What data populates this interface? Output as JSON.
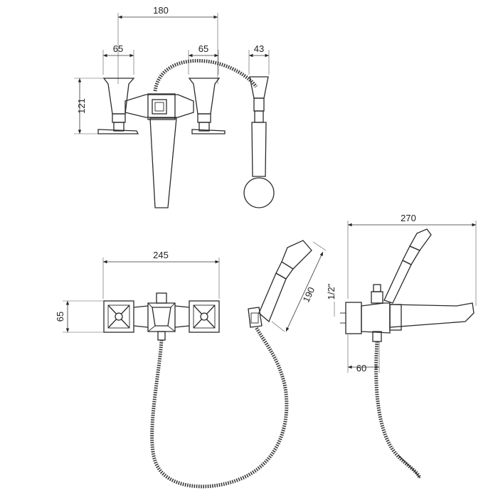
{
  "dimensions": {
    "front": {
      "overall_width": "180",
      "left_handle": "65",
      "right_handle": "65",
      "shower_head": "43",
      "height": "121"
    },
    "top": {
      "width": "245",
      "depth": "65",
      "handshower_length": "190"
    },
    "side": {
      "projection": "270",
      "thread": "1/2\"",
      "offset": "60"
    }
  }
}
